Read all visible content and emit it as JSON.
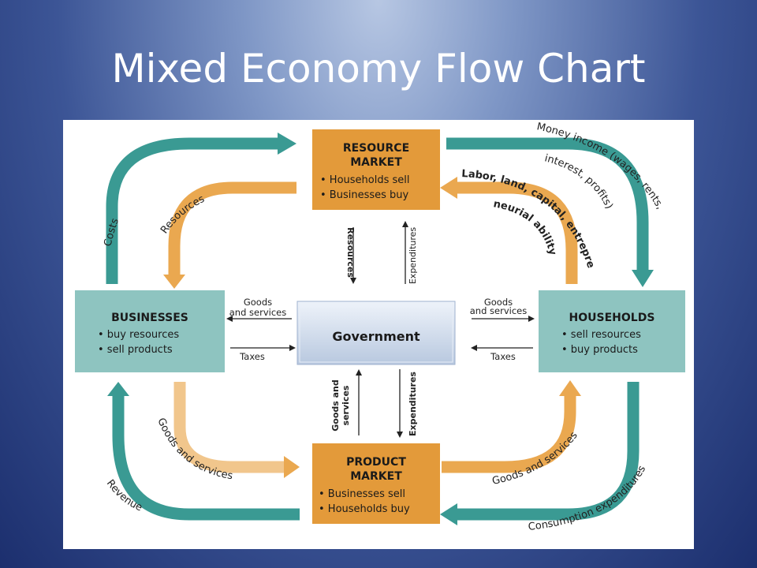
{
  "title": "Mixed Economy Flow Chart",
  "colors": {
    "teal": "#3a9a93",
    "orange": "#eaa850",
    "box_orange": "#e39a3a",
    "box_teal": "#8ec4c0",
    "government": "#c9d6e8"
  },
  "boxes": {
    "resource_market": {
      "title_line1": "RESOURCE",
      "title_line2": "MARKET",
      "item1": "• Households sell",
      "item2": "• Businesses buy"
    },
    "product_market": {
      "title_line1": "PRODUCT",
      "title_line2": "MARKET",
      "item1": "• Businesses sell",
      "item2": "• Households buy"
    },
    "businesses": {
      "title": "BUSINESSES",
      "item1": "• buy resources",
      "item2": "• sell products"
    },
    "households": {
      "title": "HOUSEHOLDS",
      "item1": "• sell resources",
      "item2": "• buy products"
    },
    "government": {
      "title": "Government"
    }
  },
  "flows": {
    "costs": "Costs",
    "resources_left": "Resources",
    "money_income_1": "Money income (wages, rents,",
    "money_income_2": "interest, profits)",
    "labor_1": "Labor, land, capital, entrepre-",
    "labor_2": "neurial ability",
    "goods_services_left": "Goods and services",
    "revenue": "Revenue",
    "goods_services_right": "Goods and services",
    "consumption": "Consumption expenditures",
    "gov_goods_left_1": "Goods",
    "gov_goods_left_2": "and services",
    "gov_taxes_left": "Taxes",
    "gov_goods_right_1": "Goods",
    "gov_goods_right_2": "and services",
    "gov_taxes_right": "Taxes",
    "gov_resources": "Resources",
    "gov_expenditures_top": "Expenditures",
    "gov_goods_bottom_1": "Goods and",
    "gov_goods_bottom_2": "services",
    "gov_expenditures_bottom": "Expenditures"
  }
}
